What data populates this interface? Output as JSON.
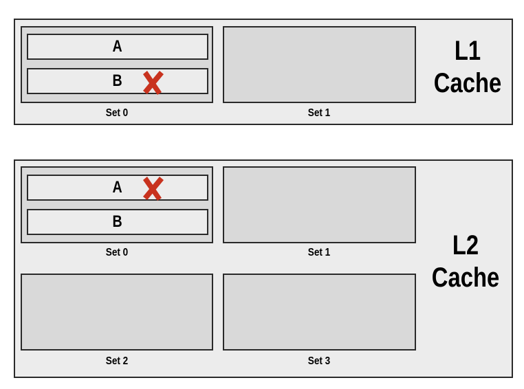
{
  "l1": {
    "title_line1": "L1",
    "title_line2": "Cache",
    "set0": {
      "label": "Set 0",
      "lines": [
        "A",
        "B"
      ],
      "evicted_line": "B"
    },
    "set1": {
      "label": "Set 1"
    }
  },
  "l2": {
    "title_line1": "L2",
    "title_line2": "Cache",
    "set0": {
      "label": "Set 0",
      "lines": [
        "A",
        "B"
      ],
      "evicted_line": "A"
    },
    "set1": {
      "label": "Set 1"
    },
    "set2": {
      "label": "Set 2"
    },
    "set3": {
      "label": "Set 3"
    }
  },
  "colors": {
    "evict_mark": "#c8321e",
    "set_fill": "#d9d9d9",
    "cache_fill": "#ececec",
    "border": "#2a2a2a"
  },
  "icons": {
    "evict": "x-mark-icon"
  }
}
